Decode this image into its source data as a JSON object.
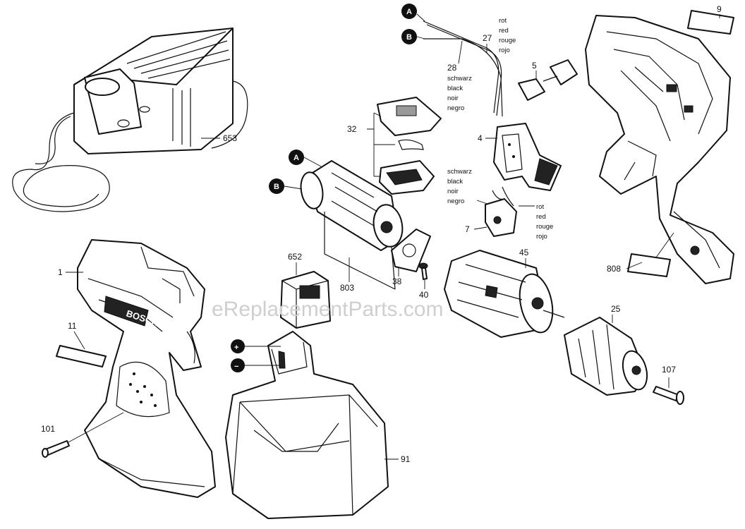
{
  "watermark": "eReplacementParts.com",
  "labels": {
    "p653": "653",
    "p1": "1",
    "p11": "11",
    "p101": "101",
    "p652": "652",
    "p803": "803",
    "p38": "38",
    "p40": "40",
    "p32": "32",
    "p28": "28",
    "p27": "27",
    "p4": "4",
    "p5": "5",
    "p7": "7",
    "p45": "45",
    "p25": "25",
    "p107": "107",
    "p9": "9",
    "p808": "808",
    "p91": "91"
  },
  "connectors": {
    "A": "A",
    "B": "B",
    "plus": "+",
    "minus": "−"
  },
  "wire_colors": {
    "red": [
      "rot",
      "red",
      "rouge",
      "rojo"
    ],
    "black": [
      "schwarz",
      "black",
      "noir",
      "negro"
    ]
  },
  "housing_brand": "BOSCH"
}
